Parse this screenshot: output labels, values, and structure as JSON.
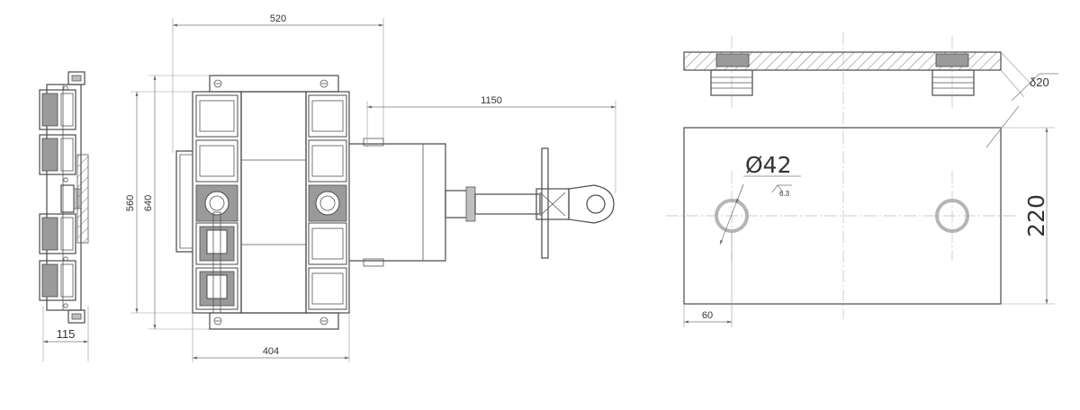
{
  "side_view": {
    "width_label": "115"
  },
  "top_view": {
    "overall_width_label": "520",
    "inner_height_label": "560",
    "overall_height_label": "640",
    "base_width_label": "404",
    "handle_length_label": "1150"
  },
  "plate_view": {
    "thickness_label": "δ20",
    "hole_label": "Ø42",
    "roughness_label": "6.3",
    "height_label": "220",
    "edge_offset_label": "60"
  }
}
